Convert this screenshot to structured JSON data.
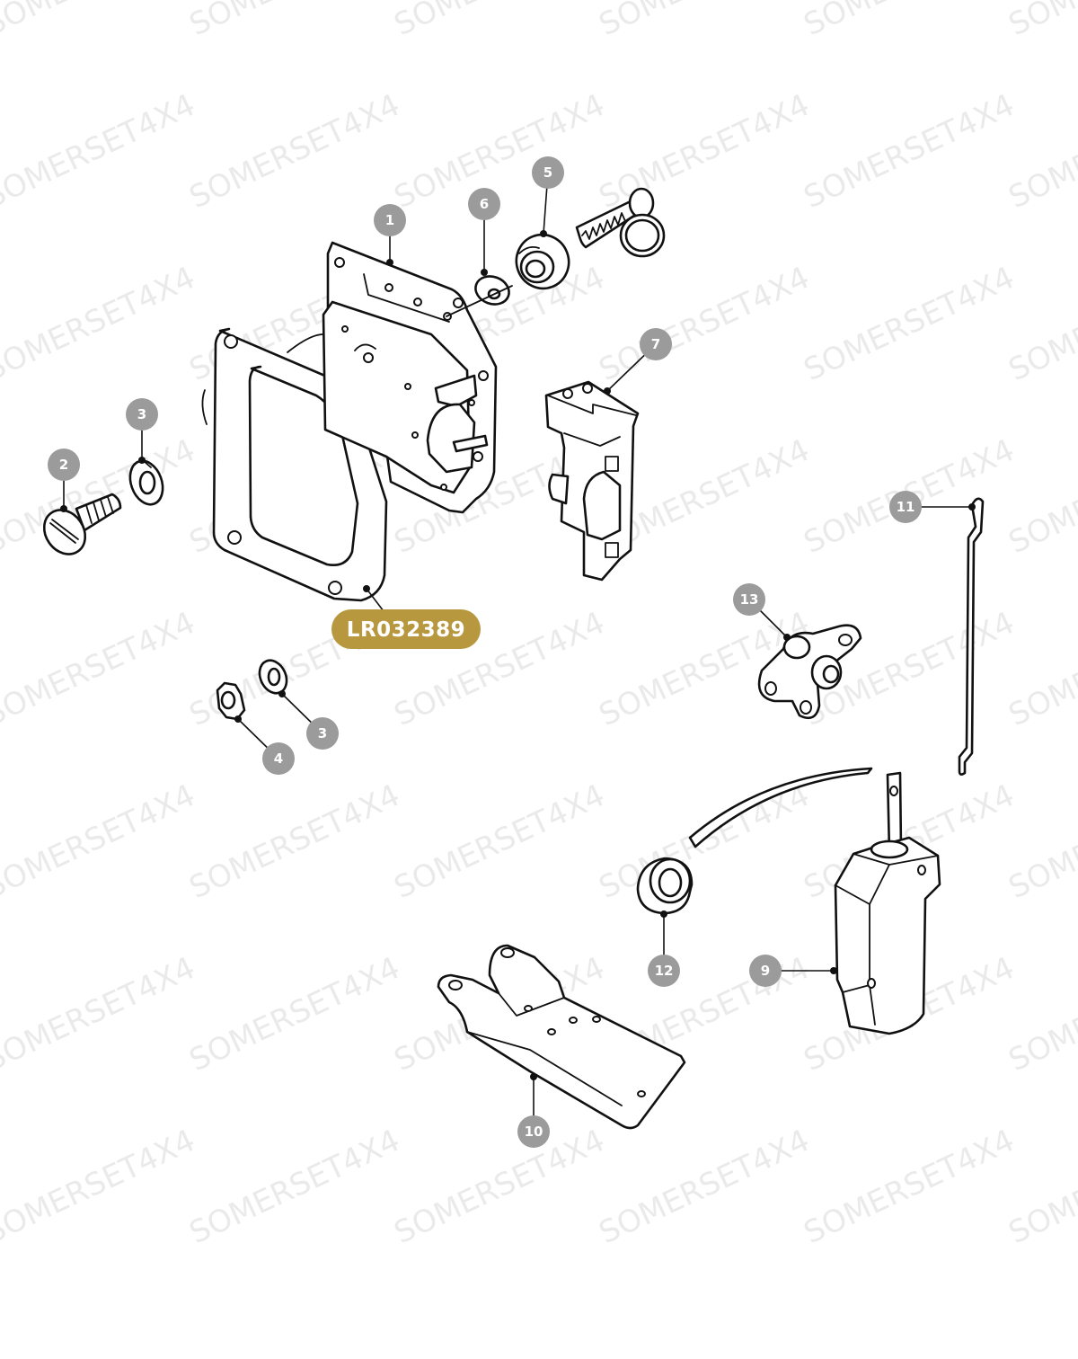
{
  "watermark": "SOMERSET4X4",
  "part_number": "LR032389",
  "callouts": [
    {
      "id": "c1",
      "label": "1"
    },
    {
      "id": "c2",
      "label": "2"
    },
    {
      "id": "c3a",
      "label": "3"
    },
    {
      "id": "c3b",
      "label": "3"
    },
    {
      "id": "c4",
      "label": "4"
    },
    {
      "id": "c5",
      "label": "5"
    },
    {
      "id": "c6",
      "label": "6"
    },
    {
      "id": "c7",
      "label": "7"
    },
    {
      "id": "c9",
      "label": "9"
    },
    {
      "id": "c10",
      "label": "10"
    },
    {
      "id": "c11",
      "label": "11"
    },
    {
      "id": "c12",
      "label": "12"
    },
    {
      "id": "c13",
      "label": "13"
    }
  ],
  "colors": {
    "callout": "#9b9b9b",
    "part_number_badge": "#b8983f",
    "line": "#111111",
    "watermark": "#d9d9d9"
  }
}
